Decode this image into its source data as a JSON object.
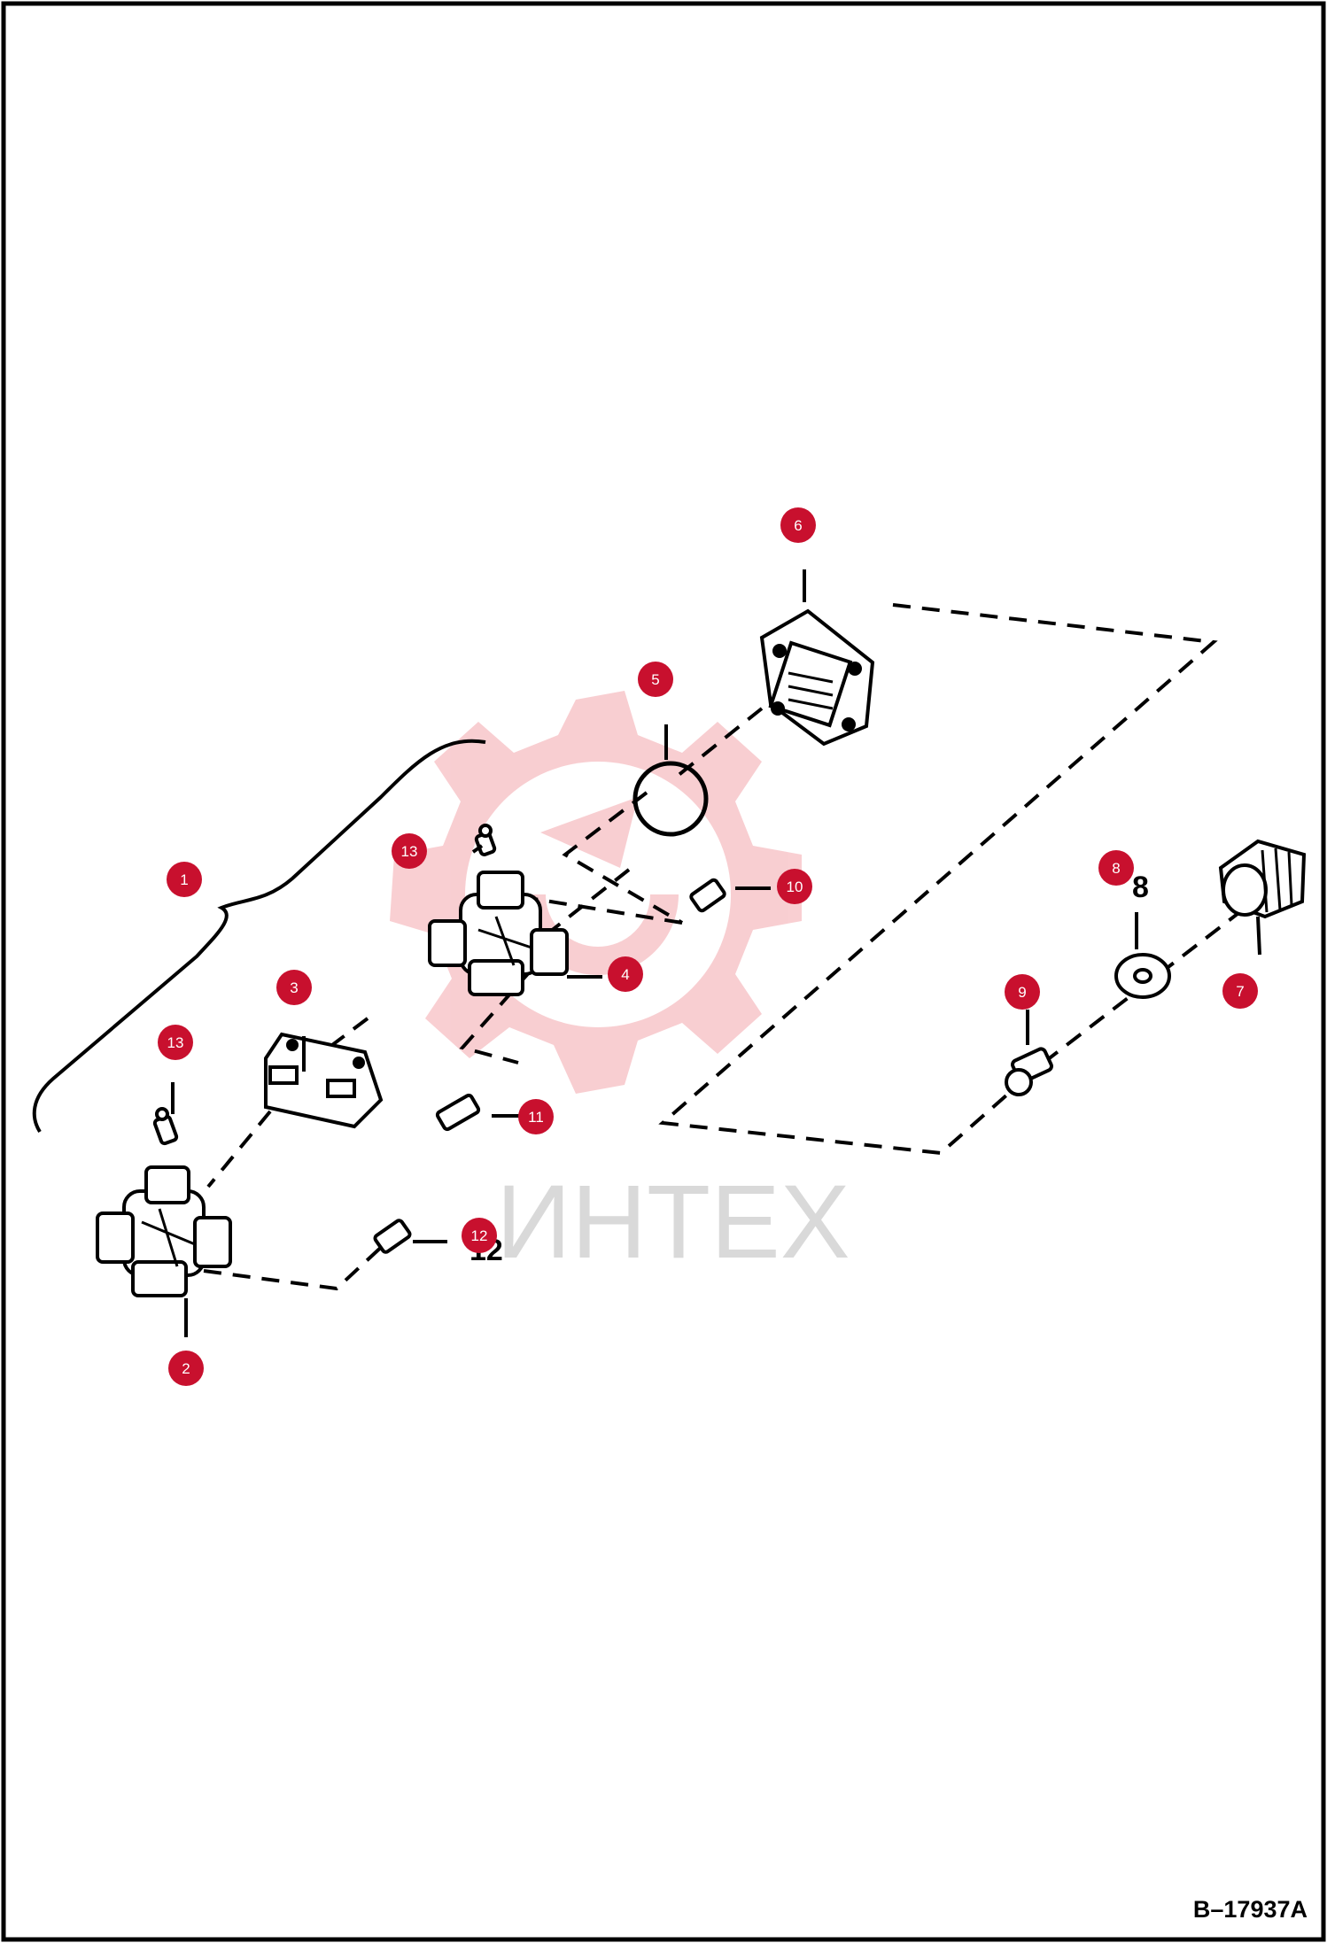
{
  "drawing_number": "B–17937A",
  "watermark": {
    "text": "ИНТЕХ",
    "logo_color": "#f4a7ad"
  },
  "colors": {
    "callout": "#c8102e",
    "line": "#000000"
  },
  "callouts": [
    {
      "id": "1",
      "label": "1"
    },
    {
      "id": "2",
      "label": "2"
    },
    {
      "id": "3",
      "label": "3"
    },
    {
      "id": "4",
      "label": "4"
    },
    {
      "id": "5",
      "label": "5"
    },
    {
      "id": "6",
      "label": "6"
    },
    {
      "id": "7",
      "label": "7"
    },
    {
      "id": "8",
      "label": "8"
    },
    {
      "id": "9",
      "label": "9"
    },
    {
      "id": "10",
      "label": "10"
    },
    {
      "id": "11",
      "label": "11"
    },
    {
      "id": "12",
      "label": "12"
    },
    {
      "id": "13a",
      "label": "13"
    },
    {
      "id": "13b",
      "label": "13"
    }
  ],
  "printed_labels": {
    "n8": "8",
    "n12": "12"
  }
}
